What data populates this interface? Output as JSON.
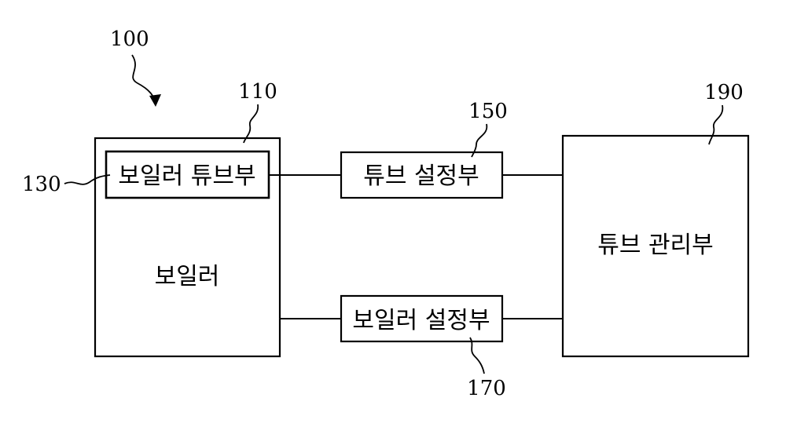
{
  "diagram": {
    "ref_system": "100",
    "boiler": {
      "ref": "110",
      "label": "보일러"
    },
    "boiler_tube_part": {
      "ref": "130",
      "label": "보일러 튜브부"
    },
    "tube_setting_part": {
      "ref": "150",
      "label": "튜브 설정부"
    },
    "boiler_setting_part": {
      "ref": "170",
      "label": "보일러 설정부"
    },
    "tube_management_part": {
      "ref": "190",
      "label": "튜브 관리부"
    }
  }
}
